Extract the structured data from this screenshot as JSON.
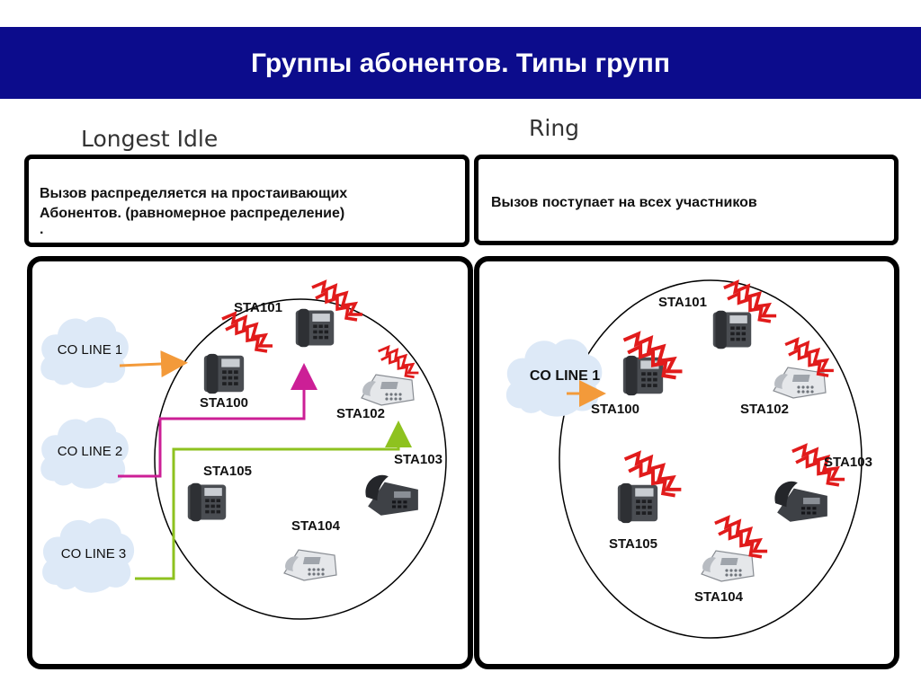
{
  "header": {
    "title": "Группы абонентов. Типы групп"
  },
  "longest_idle": {
    "title": "Longest Idle",
    "description_lines": [
      "Вызов распределяется на простаивающих",
      "Абонентов. (равномерное распределение)",
      "."
    ],
    "co_lines": [
      "CO LINE 1",
      "CO LINE 2",
      "CO LINE 3"
    ],
    "stations": [
      "STA101",
      "STA100",
      "STA102",
      "STA105",
      "STA103",
      "STA104"
    ]
  },
  "ring": {
    "title": "Ring",
    "description": "Вызов поступает на всех участников",
    "co_lines": [
      "CO LINE 1"
    ],
    "stations": [
      "STA101",
      "STA100",
      "STA102",
      "STA103",
      "STA105",
      "STA104"
    ]
  },
  "colors": {
    "banner": "#0c0c8c",
    "cloud": "#dde9f7",
    "arrow_orange": "#f39a3a",
    "arrow_magenta": "#cc1f96",
    "arrow_green": "#8ec21f",
    "ring_burst": "#e11b1b"
  },
  "icons": [
    "cloud-icon",
    "desk-phone-icon",
    "ip-phone-icon",
    "ring-burst-icon"
  ]
}
